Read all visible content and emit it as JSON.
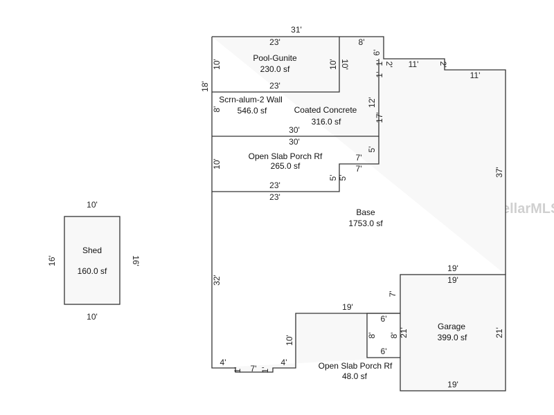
{
  "watermark": "StellarMLS",
  "areas": {
    "shed": {
      "name": "Shed",
      "area": "160.0 sf"
    },
    "pool": {
      "name": "Pool-Gunite",
      "area": "230.0 sf"
    },
    "screen": {
      "name": "Scrn-alum-2 Wall",
      "area": "546.0 sf"
    },
    "coated": {
      "name": "Coated Concrete",
      "area": "316.0 sf"
    },
    "porch_upper": {
      "name": "Open Slab Porch Rf",
      "area": "265.0 sf"
    },
    "base": {
      "name": "Base",
      "area": "1753.0 sf"
    },
    "garage": {
      "name": "Garage",
      "area": "399.0 sf"
    },
    "porch_lower": {
      "name": "Open Slab Porch Rf",
      "area": "48.0 sf"
    }
  },
  "dims": {
    "shed_top": "10'",
    "shed_bottom": "10'",
    "shed_left": "16'",
    "shed_right": "16'",
    "top_overall": "31'",
    "pool_top": "23'",
    "pool_bottom": "23'",
    "pool_left": "10'",
    "pool_right_a": "10'",
    "pool_right_b": "10'",
    "top_right": "8'",
    "step_6": "6'",
    "step_1a": "1'",
    "step_1b": "1'",
    "step_2a": "2'",
    "step_2b": "2'",
    "upper_11a": "11'",
    "upper_11b": "11'",
    "left_18": "18'",
    "screen_8": "8'",
    "coated_12": "12'",
    "coated_17": "17'",
    "coated_bottom": "30'",
    "porch_top": "30'",
    "porch_5a": "5'",
    "porch_7a": "7'",
    "porch_7b": "7'",
    "porch_5b": "5'",
    "porch_5c": "5'",
    "porch_left": "10'",
    "porch_bottom": "23'",
    "base_23": "23'",
    "right_37": "37'",
    "left_32": "32'",
    "garage_top_a": "19'",
    "garage_top_b": "19'",
    "garage_7": "7'",
    "garage_left": "21'",
    "garage_right": "21'",
    "garage_bottom": "19'",
    "notch_19": "19'",
    "notch_10": "10'",
    "lp_6a": "6'",
    "lp_6b": "6'",
    "lp_8a": "8'",
    "lp_8b": "8'",
    "bot_4a": "4'",
    "bot_1a": "1'",
    "bot_7": "7'",
    "bot_1b": "1'",
    "bot_4b": "4'"
  }
}
